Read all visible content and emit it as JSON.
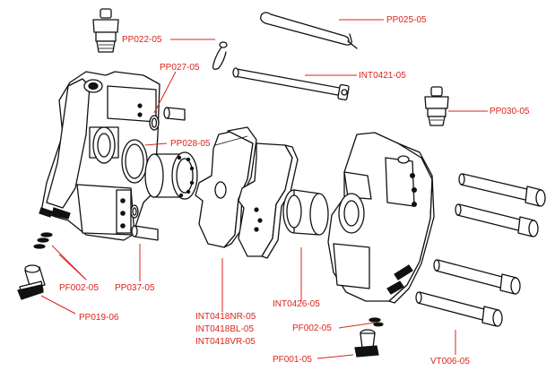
{
  "labels": {
    "pp025": "PP025-05",
    "pp022": "PP022-05",
    "pp027": "PP027-05",
    "int0421": "INT0421-05",
    "pp030": "PP030-05",
    "pp028": "PP028-05",
    "pf002_left": "PF002-05",
    "pp037": "PP037-05",
    "pp019": "PP019-06",
    "int0418nr": "INT0418NR-05",
    "int0418bl": "INT0418BL-05",
    "int0418vr": "INT0418VR-05",
    "int0426": "INT0426-05",
    "pf002_right": "PF002-05",
    "pf001": "PF001-05",
    "vt006": "VT006-05"
  },
  "colors": {
    "label": "#d9241c",
    "line": "#111111"
  }
}
